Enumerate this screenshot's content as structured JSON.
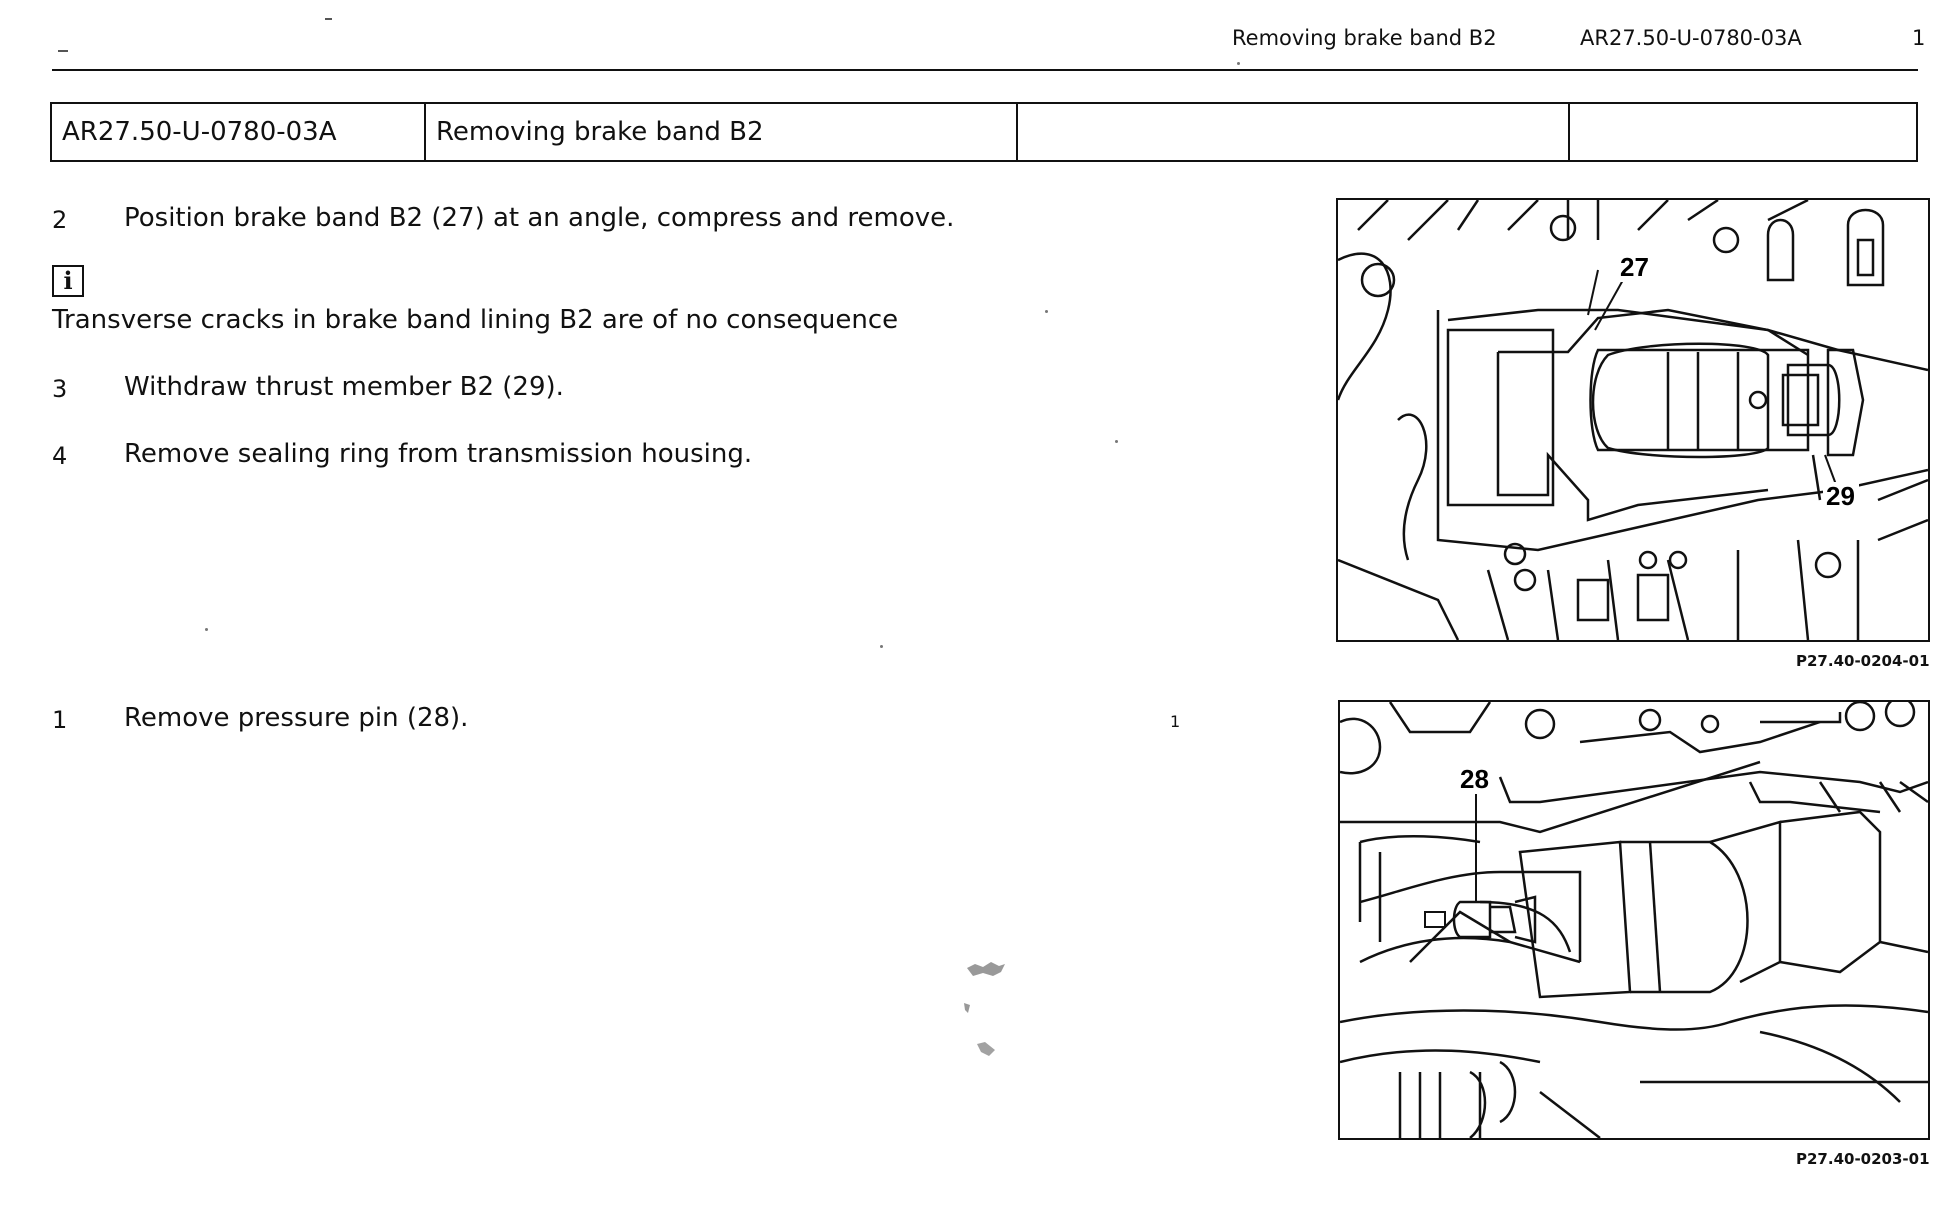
{
  "header": {
    "title": "Removing brake band B2",
    "doc_id": "AR27.50-U-0780-03A",
    "page_number": "1"
  },
  "title_box": {
    "id": "AR27.50-U-0780-03A",
    "title": "Removing brake band B2",
    "col3": "",
    "col4": ""
  },
  "steps_top": [
    {
      "num": "2",
      "text": "Position brake band B2 (27) at an angle, compress and remove."
    },
    {
      "num": "3",
      "text": "Withdraw thrust member B2 (29)."
    },
    {
      "num": "4",
      "text": "Remove sealing ring from transmission housing."
    }
  ],
  "info_note": {
    "icon": "i",
    "text": "Transverse cracks in brake band lining B2 are of no consequence"
  },
  "steps_bottom": [
    {
      "num": "1",
      "text": "Remove pressure pin (28)."
    }
  ],
  "stray_mark": "1",
  "figures": [
    {
      "callouts": [
        "27",
        "29"
      ],
      "caption": "P27.40-0204-01"
    },
    {
      "callouts": [
        "28"
      ],
      "caption": "P27.40-0203-01"
    }
  ]
}
